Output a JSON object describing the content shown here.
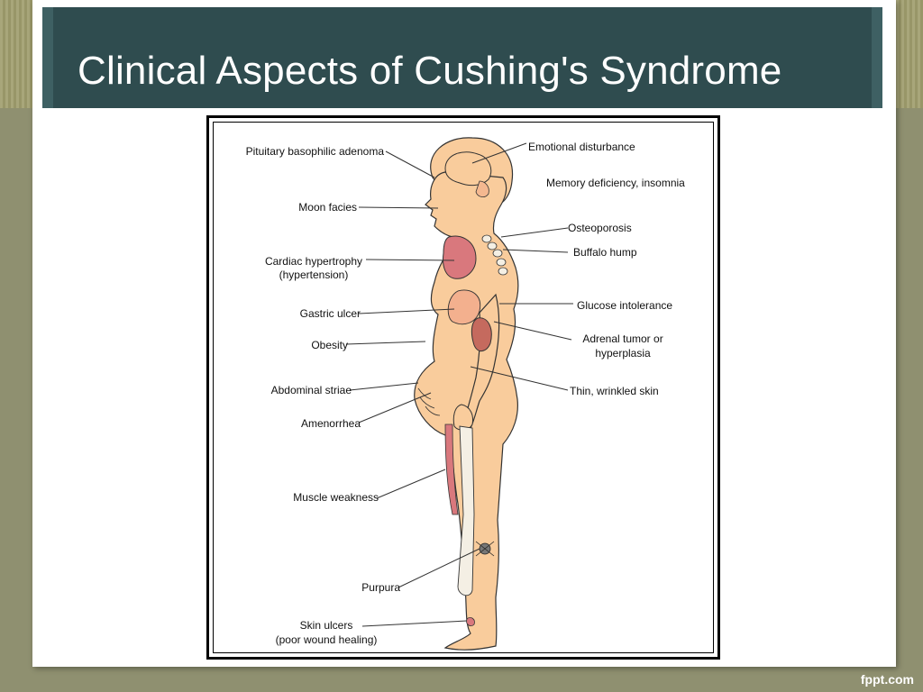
{
  "slide": {
    "title": "Clinical Aspects of Cushing's Syndrome",
    "footer": "fppt.com"
  },
  "diagram": {
    "labels_left": {
      "pituitary": "Pituitary basophilic adenoma",
      "moon_facies": "Moon facies",
      "cardiac_1": "Cardiac hypertrophy",
      "cardiac_2": "(hypertension)",
      "gastric": "Gastric ulcer",
      "obesity": "Obesity",
      "striae": "Abdominal striae",
      "amenorrhea": "Amenorrhea",
      "muscle": "Muscle weakness",
      "purpura": "Purpura",
      "skin_ulcers_1": "Skin ulcers",
      "skin_ulcers_2": "(poor wound healing)"
    },
    "labels_right": {
      "emotional": "Emotional disturbance",
      "memory": "Memory deficiency, insomnia",
      "osteoporosis": "Osteoporosis",
      "buffalo": "Buffalo hump",
      "glucose": "Glucose intolerance",
      "adrenal_1": "Adrenal tumor or",
      "adrenal_2": "hyperplasia",
      "thin_skin": "Thin, wrinkled skin"
    },
    "colors": {
      "skin": "#f9cc9c",
      "organ": "#d9787d",
      "title_bar": "#2f4c4f"
    }
  }
}
